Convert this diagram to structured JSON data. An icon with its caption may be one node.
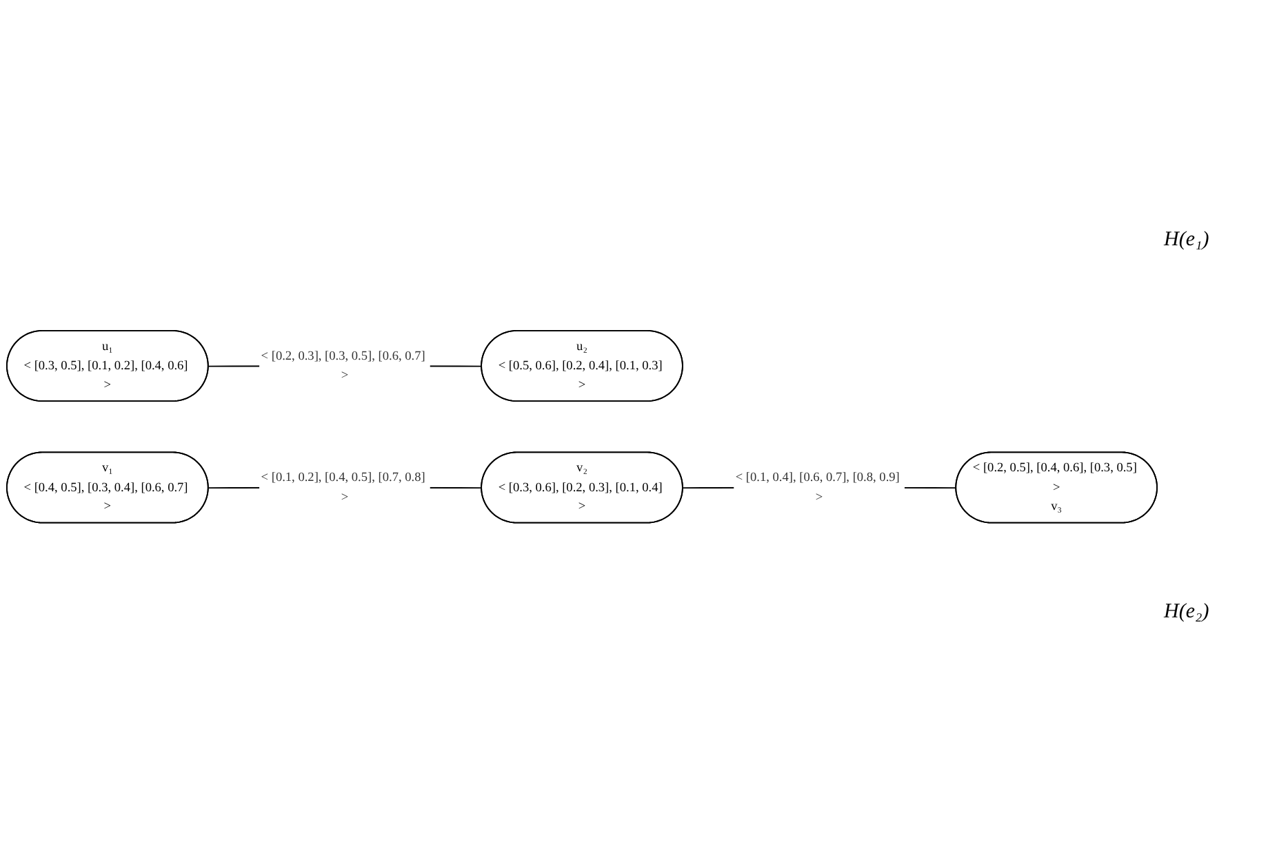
{
  "diagram": {
    "nodes": [
      {
        "text": [
          "u₁",
          "< [0.3, 0.5], [0.1, 0.2], [0.4, 0.6] >"
        ]
      },
      {
        "text": [
          "u₂",
          "< [0.5, 0.6], [0.2, 0.4], [0.1, 0.3] >"
        ]
      },
      {
        "text": [
          "v₁",
          "< [0.4, 0.5], [0.3, 0.4], [0.6, 0.7] >"
        ]
      },
      {
        "text": [
          "v₂",
          "< [0.3, 0.6], [0.2, 0.3], [0.1, 0.4] >"
        ]
      },
      {
        "text": [
          "< [0.2, 0.5], [0.4, 0.6], [0.3, 0.5] >",
          "v₃"
        ]
      }
    ],
    "edges": [
      {
        "from": 0,
        "to": 1,
        "arrow": "none",
        "label": "< [0.2, 0.3], [0.3, 0.5], [0.6, 0.7] >"
      },
      {
        "from": 2,
        "to": 3,
        "arrow": "none",
        "label": "< [0.1, 0.2], [0.4, 0.5], [0.7, 0.8] >"
      },
      {
        "from": 3,
        "to": 4,
        "arrow": "none",
        "label": "< [0.1, 0.4], [0.6, 0.7], [0.8, 0.9] >"
      }
    ],
    "labels": [
      "H(e₁)",
      "H(e₂)"
    ]
  }
}
